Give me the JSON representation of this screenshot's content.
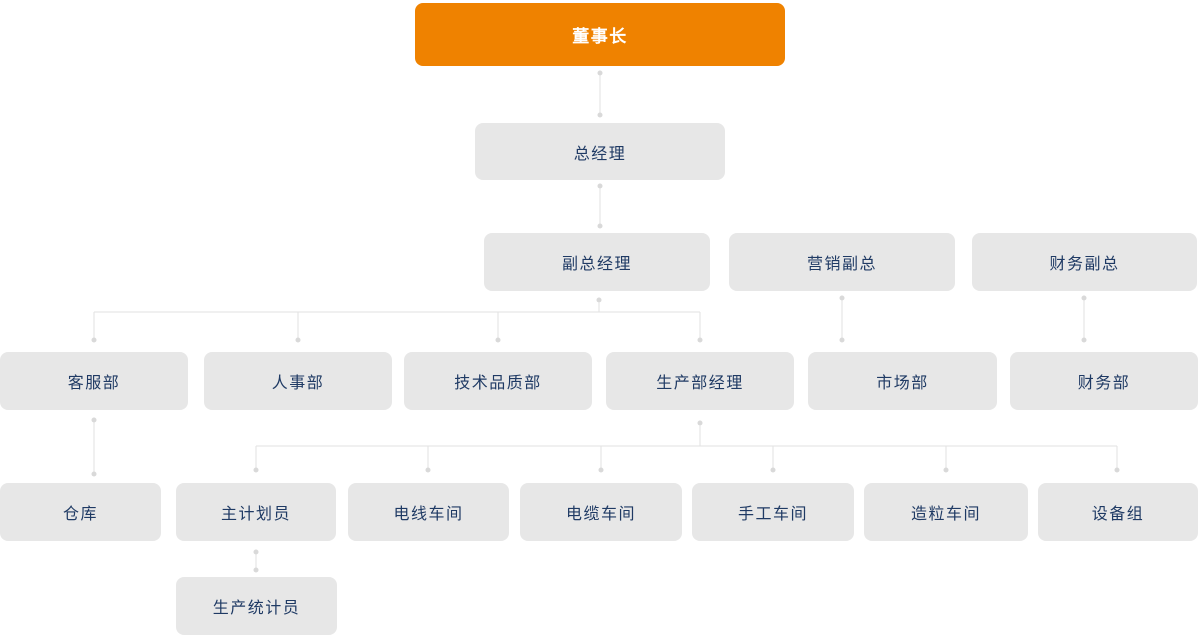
{
  "colors": {
    "root_node_bg": "#EF8200",
    "root_node_text": "#FFFFFF",
    "node_bg": "#E7E7E7",
    "node_text": "#1F3A64",
    "connector_line": "#E2E2E2",
    "connector_dot": "#D9D9D9",
    "page_bg": "#FFFFFF"
  },
  "org_chart": {
    "type": "org-chart",
    "nodes": {
      "chairman": {
        "label": "董事长",
        "level": 1,
        "highlight": true
      },
      "general_manager": {
        "label": "总经理",
        "level": 2
      },
      "deputy_general_manager": {
        "label": "副总经理",
        "level": 3
      },
      "marketing_vp": {
        "label": "营销副总",
        "level": 3
      },
      "finance_vp": {
        "label": "财务副总",
        "level": 3
      },
      "customer_service_dept": {
        "label": "客服部",
        "level": 4
      },
      "hr_dept": {
        "label": "人事部",
        "level": 4
      },
      "tech_quality_dept": {
        "label": "技术品质部",
        "level": 4
      },
      "production_dept_manager": {
        "label": "生产部经理",
        "level": 4
      },
      "market_dept": {
        "label": "市场部",
        "level": 4
      },
      "finance_dept": {
        "label": "财务部",
        "level": 4
      },
      "warehouse": {
        "label": "仓库",
        "level": 5
      },
      "chief_planner": {
        "label": "主计划员",
        "level": 5
      },
      "wire_workshop": {
        "label": "电线车间",
        "level": 5
      },
      "cable_workshop": {
        "label": "电缆车间",
        "level": 5
      },
      "manual_workshop": {
        "label": "手工车间",
        "level": 5
      },
      "granulation_workshop": {
        "label": "造粒车间",
        "level": 5
      },
      "equipment_group": {
        "label": "设备组",
        "level": 5
      },
      "production_statistician": {
        "label": "生产统计员",
        "level": 6
      }
    },
    "edges": [
      [
        "chairman",
        "general_manager"
      ],
      [
        "general_manager",
        "deputy_general_manager"
      ],
      [
        "deputy_general_manager",
        "customer_service_dept"
      ],
      [
        "deputy_general_manager",
        "hr_dept"
      ],
      [
        "deputy_general_manager",
        "tech_quality_dept"
      ],
      [
        "deputy_general_manager",
        "production_dept_manager"
      ],
      [
        "marketing_vp",
        "market_dept"
      ],
      [
        "finance_vp",
        "finance_dept"
      ],
      [
        "customer_service_dept",
        "warehouse"
      ],
      [
        "production_dept_manager",
        "chief_planner"
      ],
      [
        "production_dept_manager",
        "wire_workshop"
      ],
      [
        "production_dept_manager",
        "cable_workshop"
      ],
      [
        "production_dept_manager",
        "manual_workshop"
      ],
      [
        "production_dept_manager",
        "granulation_workshop"
      ],
      [
        "production_dept_manager",
        "equipment_group"
      ],
      [
        "chief_planner",
        "production_statistician"
      ]
    ]
  }
}
